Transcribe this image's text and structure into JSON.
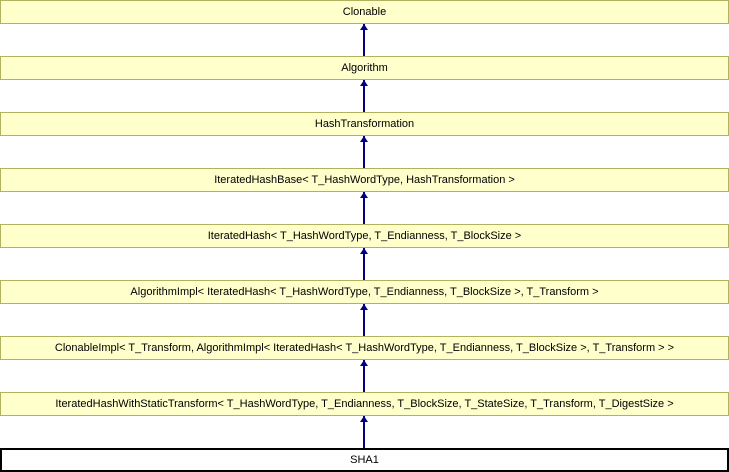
{
  "diagram": {
    "type": "class-inheritance-diagram",
    "title": "SHA1 inheritance diagram",
    "nodes": [
      {
        "label": "Clonable"
      },
      {
        "label": "Algorithm"
      },
      {
        "label": "HashTransformation"
      },
      {
        "label": "IteratedHashBase< T_HashWordType, HashTransformation >"
      },
      {
        "label": "IteratedHash< T_HashWordType, T_Endianness, T_BlockSize >"
      },
      {
        "label": "AlgorithmImpl< IteratedHash< T_HashWordType, T_Endianness, T_BlockSize >, T_Transform >"
      },
      {
        "label": "ClonableImpl< T_Transform, AlgorithmImpl< IteratedHash< T_HashWordType, T_Endianness, T_BlockSize >, T_Transform > >"
      },
      {
        "label": "IteratedHashWithStaticTransform< T_HashWordType, T_Endianness, T_BlockSize, T_StateSize, T_Transform, T_DigestSize >"
      },
      {
        "label": "SHA1"
      }
    ],
    "colors": {
      "node_fill": "#FFFFCC",
      "node_border": "#B2B25E",
      "highlight_fill": "#FFFFFF",
      "highlight_border": "#000000",
      "arrow": "#000080",
      "text": "#000000",
      "background": "#FFFFFF"
    }
  }
}
